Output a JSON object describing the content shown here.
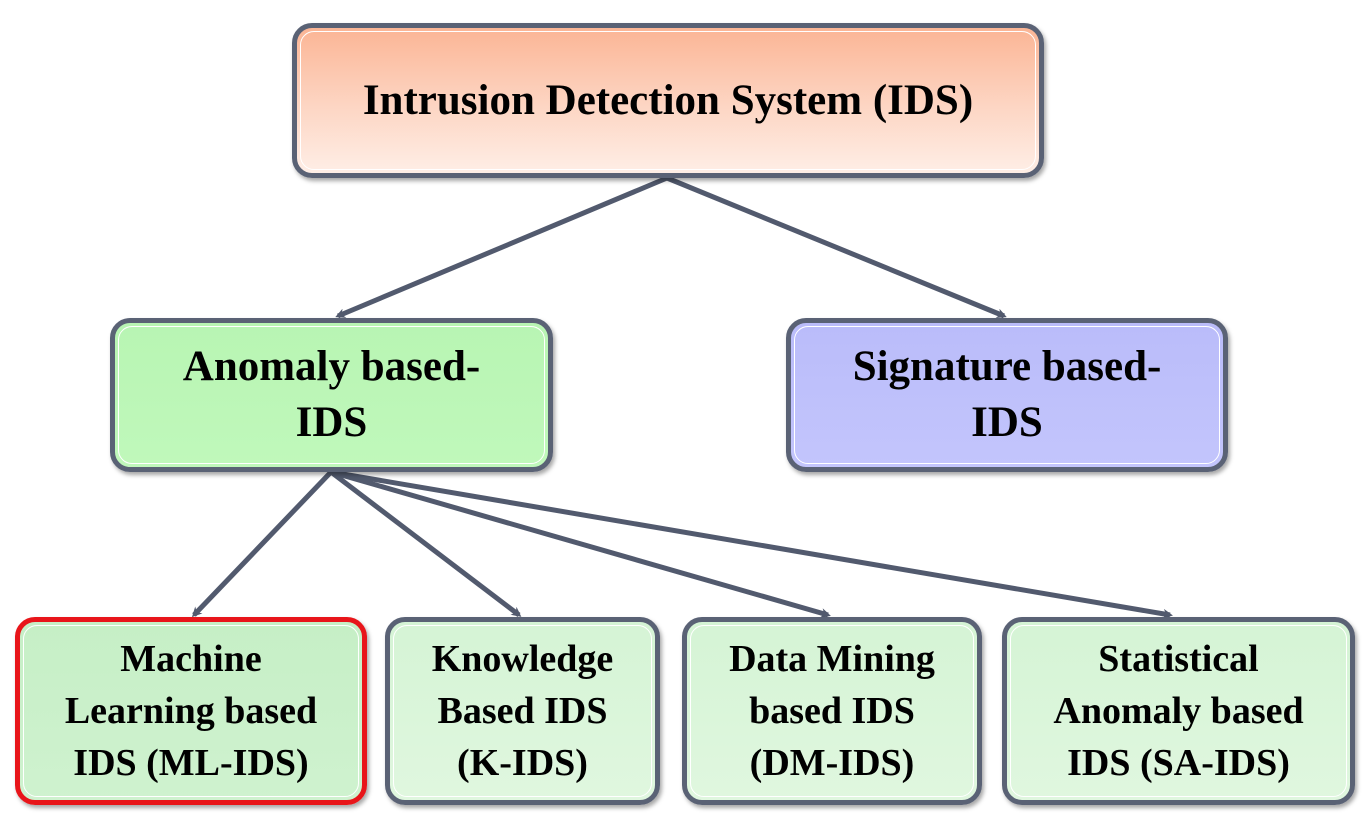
{
  "diagram": {
    "root": {
      "label": "Intrusion Detection System (IDS)"
    },
    "level1": [
      {
        "label": "Anomaly based-\nIDS"
      },
      {
        "label": "Signature based-\nIDS"
      }
    ],
    "level2": [
      {
        "label": "Machine\nLearning based\nIDS (ML-IDS)",
        "highlighted": true
      },
      {
        "label": "Knowledge\nBased IDS\n(K-IDS)"
      },
      {
        "label": "Data Mining\nbased IDS\n(DM-IDS)"
      },
      {
        "label": "Statistical\nAnomaly based\nIDS (SA-IDS)"
      }
    ]
  },
  "colors": {
    "border": "#5a6275",
    "highlight_border": "#e8151a",
    "connector": "#525a6e",
    "root_fill": "#fdd6c4",
    "anomaly_fill": "#bff7ba",
    "signature_fill": "#c0c2fb",
    "leaf_fill": "#dbf6da"
  }
}
